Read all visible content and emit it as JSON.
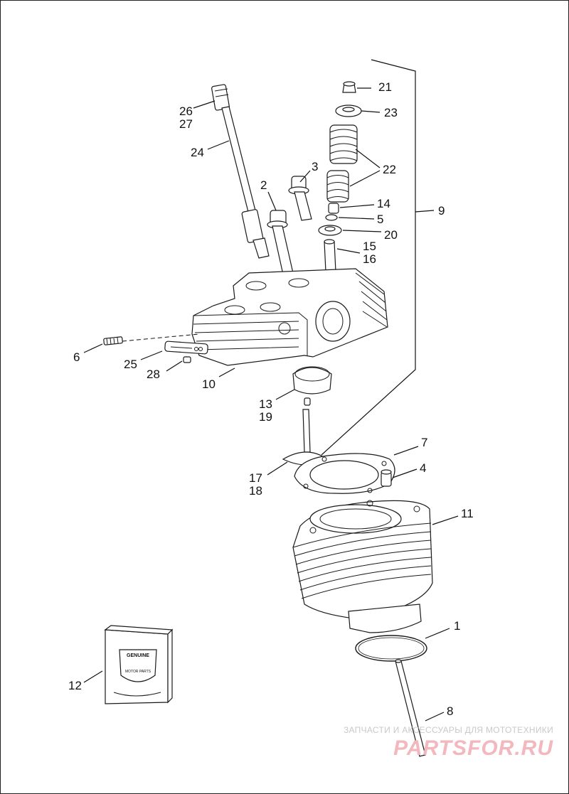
{
  "callouts": [
    {
      "id": "c1",
      "text": "1"
    },
    {
      "id": "c2",
      "text": "2"
    },
    {
      "id": "c3",
      "text": "3"
    },
    {
      "id": "c4",
      "text": "4"
    },
    {
      "id": "c5",
      "text": "5"
    },
    {
      "id": "c6",
      "text": "6"
    },
    {
      "id": "c7",
      "text": "7"
    },
    {
      "id": "c8",
      "text": "8"
    },
    {
      "id": "c9",
      "text": "9"
    },
    {
      "id": "c10",
      "text": "10"
    },
    {
      "id": "c11",
      "text": "11"
    },
    {
      "id": "c12",
      "text": "12"
    },
    {
      "id": "c13",
      "text": "13"
    },
    {
      "id": "c14",
      "text": "14"
    },
    {
      "id": "c15",
      "text": "15"
    },
    {
      "id": "c16",
      "text": "16"
    },
    {
      "id": "c17",
      "text": "17"
    },
    {
      "id": "c18",
      "text": "18"
    },
    {
      "id": "c19",
      "text": "19"
    },
    {
      "id": "c20",
      "text": "20"
    },
    {
      "id": "c21",
      "text": "21"
    },
    {
      "id": "c22",
      "text": "22"
    },
    {
      "id": "c23",
      "text": "23"
    },
    {
      "id": "c24",
      "text": "24"
    },
    {
      "id": "c25",
      "text": "25"
    },
    {
      "id": "c26",
      "text": "26"
    },
    {
      "id": "c27",
      "text": "27"
    },
    {
      "id": "c28",
      "text": "28"
    }
  ],
  "box_logo": {
    "line1": "GENUINE",
    "line2": "MOTOR PARTS"
  },
  "watermark": {
    "subtitle": "ЗАПЧАСТИ И АКСЕССУАРЫ ДЛЯ МОТОТЕХНИКИ",
    "brand": "PARTSFOR.RU"
  }
}
